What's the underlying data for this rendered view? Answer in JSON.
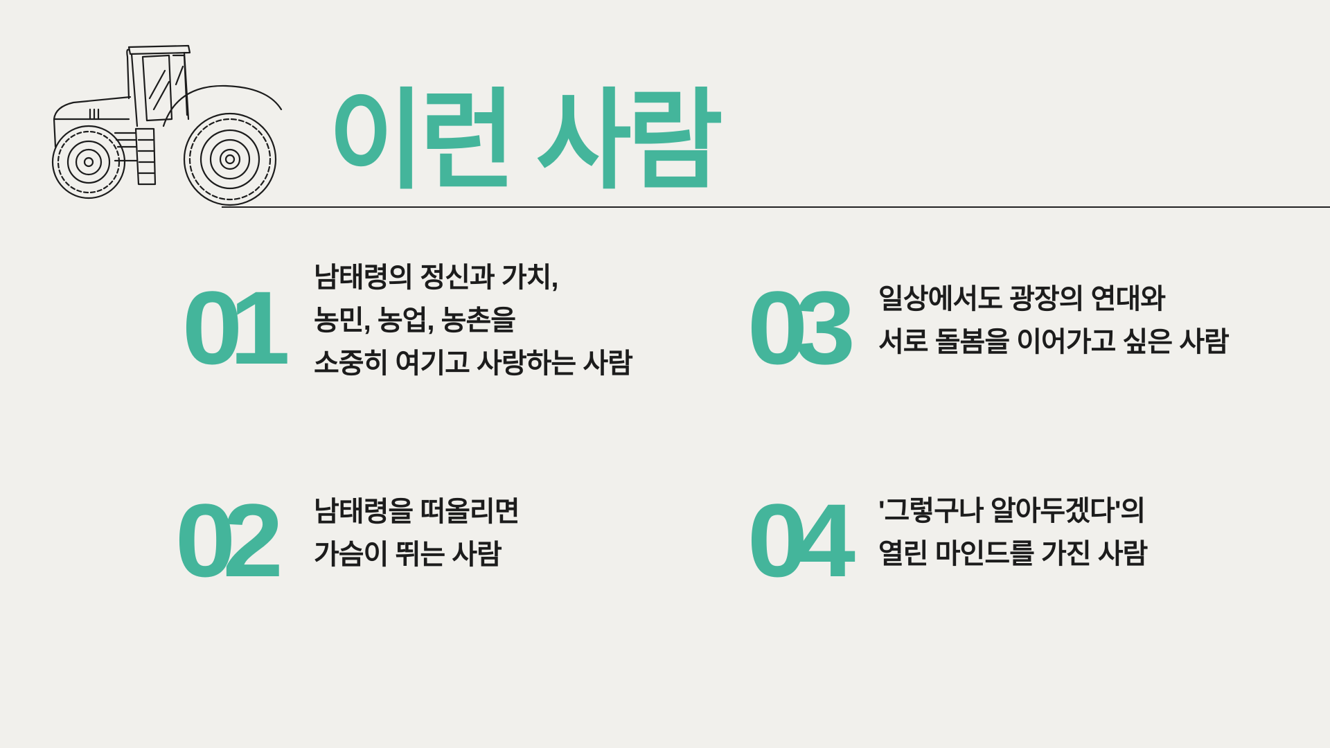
{
  "title": "이런 사람",
  "accent_color": "#44b59b",
  "illustration": "tractor-sketch",
  "items": [
    {
      "number": "01",
      "lines": [
        "남태령의 정신과 가치,",
        "농민, 농업, 농촌을",
        "소중히 여기고 사랑하는 사람"
      ]
    },
    {
      "number": "02",
      "lines": [
        "남태령을 떠올리면",
        "가슴이 뛰는 사람"
      ]
    },
    {
      "number": "03",
      "lines": [
        "일상에서도 광장의 연대와",
        "서로 돌봄을 이어가고 싶은 사람"
      ]
    },
    {
      "number": "04",
      "lines": [
        "'그렇구나 알아두겠다'의",
        "열린 마인드를 가진 사람"
      ]
    }
  ]
}
